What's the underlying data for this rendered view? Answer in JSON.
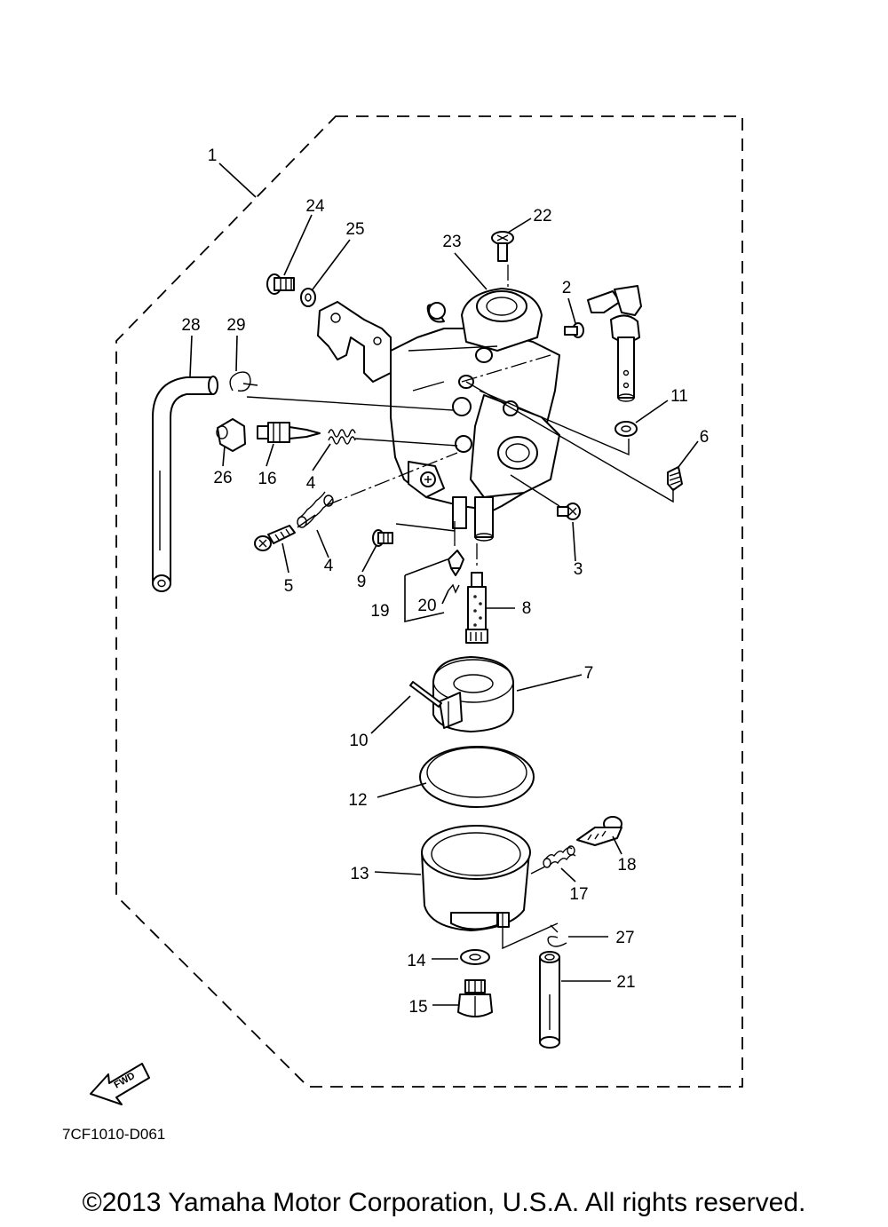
{
  "diagram": {
    "drawing_code": "7CF1010-D061",
    "copyright": "©2013 Yamaha Motor Corporation, U.S.A. All rights reserved.",
    "fwd_label": "FWD",
    "labels": {
      "p1": "1",
      "p2": "2",
      "p3": "3",
      "p4a": "4",
      "p4b": "4",
      "p5": "5",
      "p6": "6",
      "p7": "7",
      "p8": "8",
      "p9": "9",
      "p10": "10",
      "p11": "11",
      "p12": "12",
      "p13": "13",
      "p14": "14",
      "p15": "15",
      "p16": "16",
      "p17": "17",
      "p18": "18",
      "p19": "19",
      "p20": "20",
      "p21": "21",
      "p22": "22",
      "p23": "23",
      "p24": "24",
      "p25": "25",
      "p26": "26",
      "p27": "27",
      "p28": "28",
      "p29": "29"
    }
  }
}
